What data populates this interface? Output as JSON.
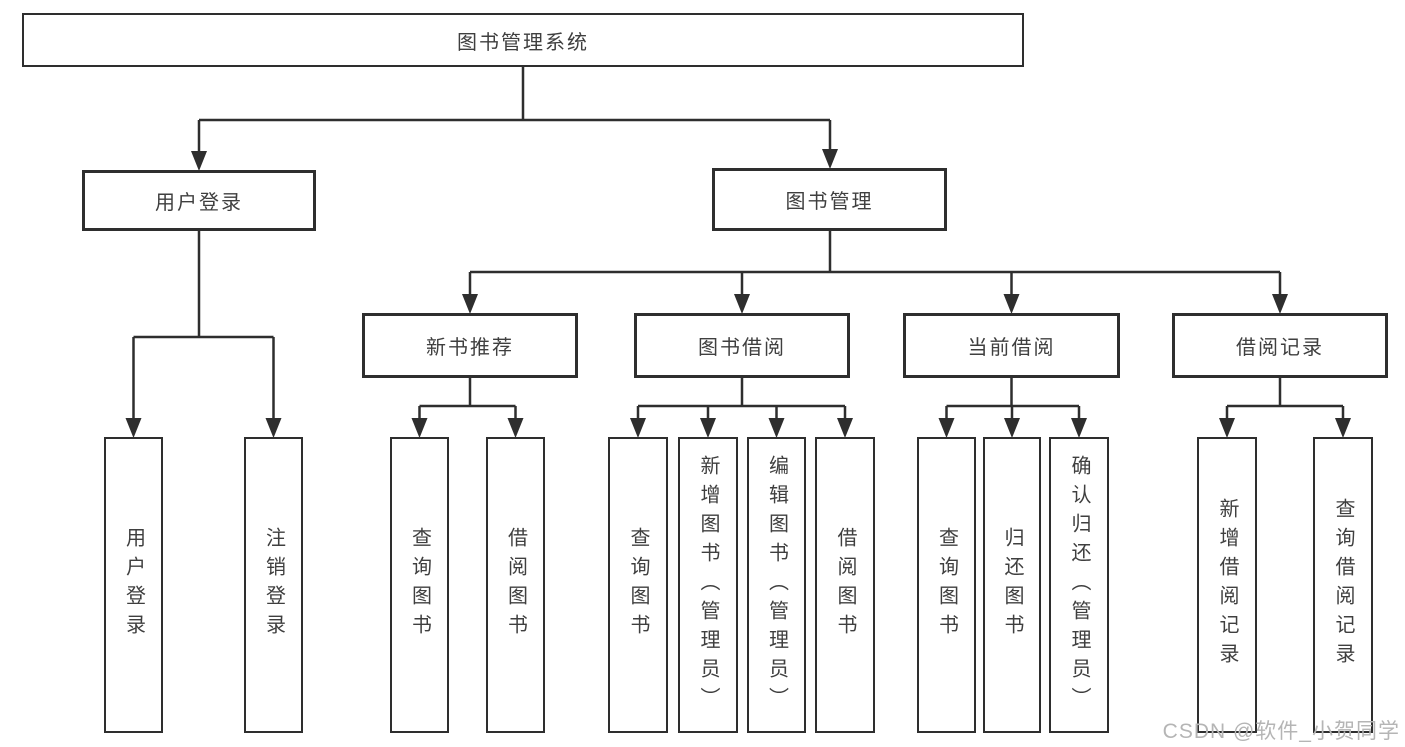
{
  "diagram": {
    "type": "hierarchy-tree",
    "title": "图书管理系统",
    "nodes": {
      "root": "图书管理系统",
      "user_login": "用户登录",
      "book_management": "图书管理",
      "new_book_recommend": "新书推荐",
      "book_borrowing": "图书借阅",
      "current_borrowing": "当前借阅",
      "borrowing_records": "借阅记录",
      "leaf_user_login": "用户登录",
      "leaf_logout": "注销登录",
      "recommend_query_books": "查询图书",
      "recommend_borrow_books": "借阅图书",
      "borrowing_query_books": "查询图书",
      "borrowing_add_books": "新增图书（管理员）",
      "borrowing_edit_books": "编辑图书（管理员）",
      "borrowing_borrow_books": "借阅图书",
      "current_query_books": "查询图书",
      "current_return_books": "归还图书",
      "current_confirm_return": "确认归还（管理员）",
      "records_add_record": "新增借阅记录",
      "records_query_record": "查询借阅记录"
    },
    "edges": [
      [
        "root",
        "user_login"
      ],
      [
        "root",
        "book_management"
      ],
      [
        "user_login",
        "leaf_user_login"
      ],
      [
        "user_login",
        "leaf_logout"
      ],
      [
        "book_management",
        "new_book_recommend"
      ],
      [
        "book_management",
        "book_borrowing"
      ],
      [
        "book_management",
        "current_borrowing"
      ],
      [
        "book_management",
        "borrowing_records"
      ],
      [
        "new_book_recommend",
        "recommend_query_books"
      ],
      [
        "new_book_recommend",
        "recommend_borrow_books"
      ],
      [
        "book_borrowing",
        "borrowing_query_books"
      ],
      [
        "book_borrowing",
        "borrowing_add_books"
      ],
      [
        "book_borrowing",
        "borrowing_edit_books"
      ],
      [
        "book_borrowing",
        "borrowing_borrow_books"
      ],
      [
        "current_borrowing",
        "current_query_books"
      ],
      [
        "current_borrowing",
        "current_return_books"
      ],
      [
        "current_borrowing",
        "current_confirm_return"
      ],
      [
        "borrowing_records",
        "records_add_record"
      ],
      [
        "borrowing_records",
        "records_query_record"
      ]
    ],
    "watermark": "CSDN @软件_小贺同学",
    "colors": {
      "line": "#2e2e2e",
      "box_border": "#2e2e2e",
      "text": "#3f3f3f",
      "background": "#ffffff",
      "watermark": "#b5b5b5"
    }
  }
}
